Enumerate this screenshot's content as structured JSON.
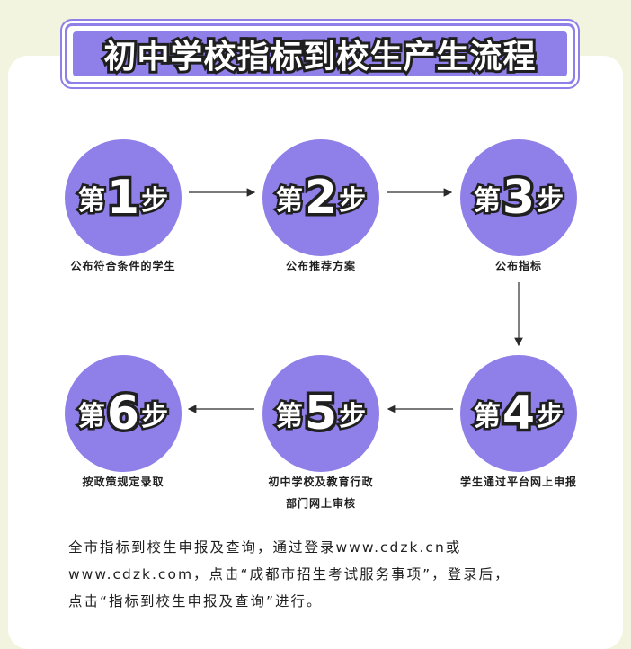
{
  "title": "初中学校指标到校生产生流程",
  "steps": [
    {
      "prefix": "第",
      "number": "1",
      "suffix": "步",
      "label": "公布符合条件的学生"
    },
    {
      "prefix": "第",
      "number": "2",
      "suffix": "步",
      "label": "公布推荐方案"
    },
    {
      "prefix": "第",
      "number": "3",
      "suffix": "步",
      "label": "公布指标"
    },
    {
      "prefix": "第",
      "number": "4",
      "suffix": "步",
      "label": "学生通过平台网上申报"
    },
    {
      "prefix": "第",
      "number": "5",
      "suffix": "步",
      "label_line1": "初中学校及教育行政",
      "label_line2": "部门网上审核"
    },
    {
      "prefix": "第",
      "number": "6",
      "suffix": "步",
      "label": "按政策规定录取"
    }
  ],
  "footer": {
    "line1": "全市指标到校生申报及查询，通过登录www.cdzk.cn或",
    "line2": "www.cdzk.com，点击“成都市招生考试服务事项”，登录后，",
    "line3": "点击“指标到校生申报及查询”进行。"
  },
  "colors": {
    "accent": "#8f7fe8",
    "background": "#f3f4df",
    "text": "#1f1f1f"
  }
}
